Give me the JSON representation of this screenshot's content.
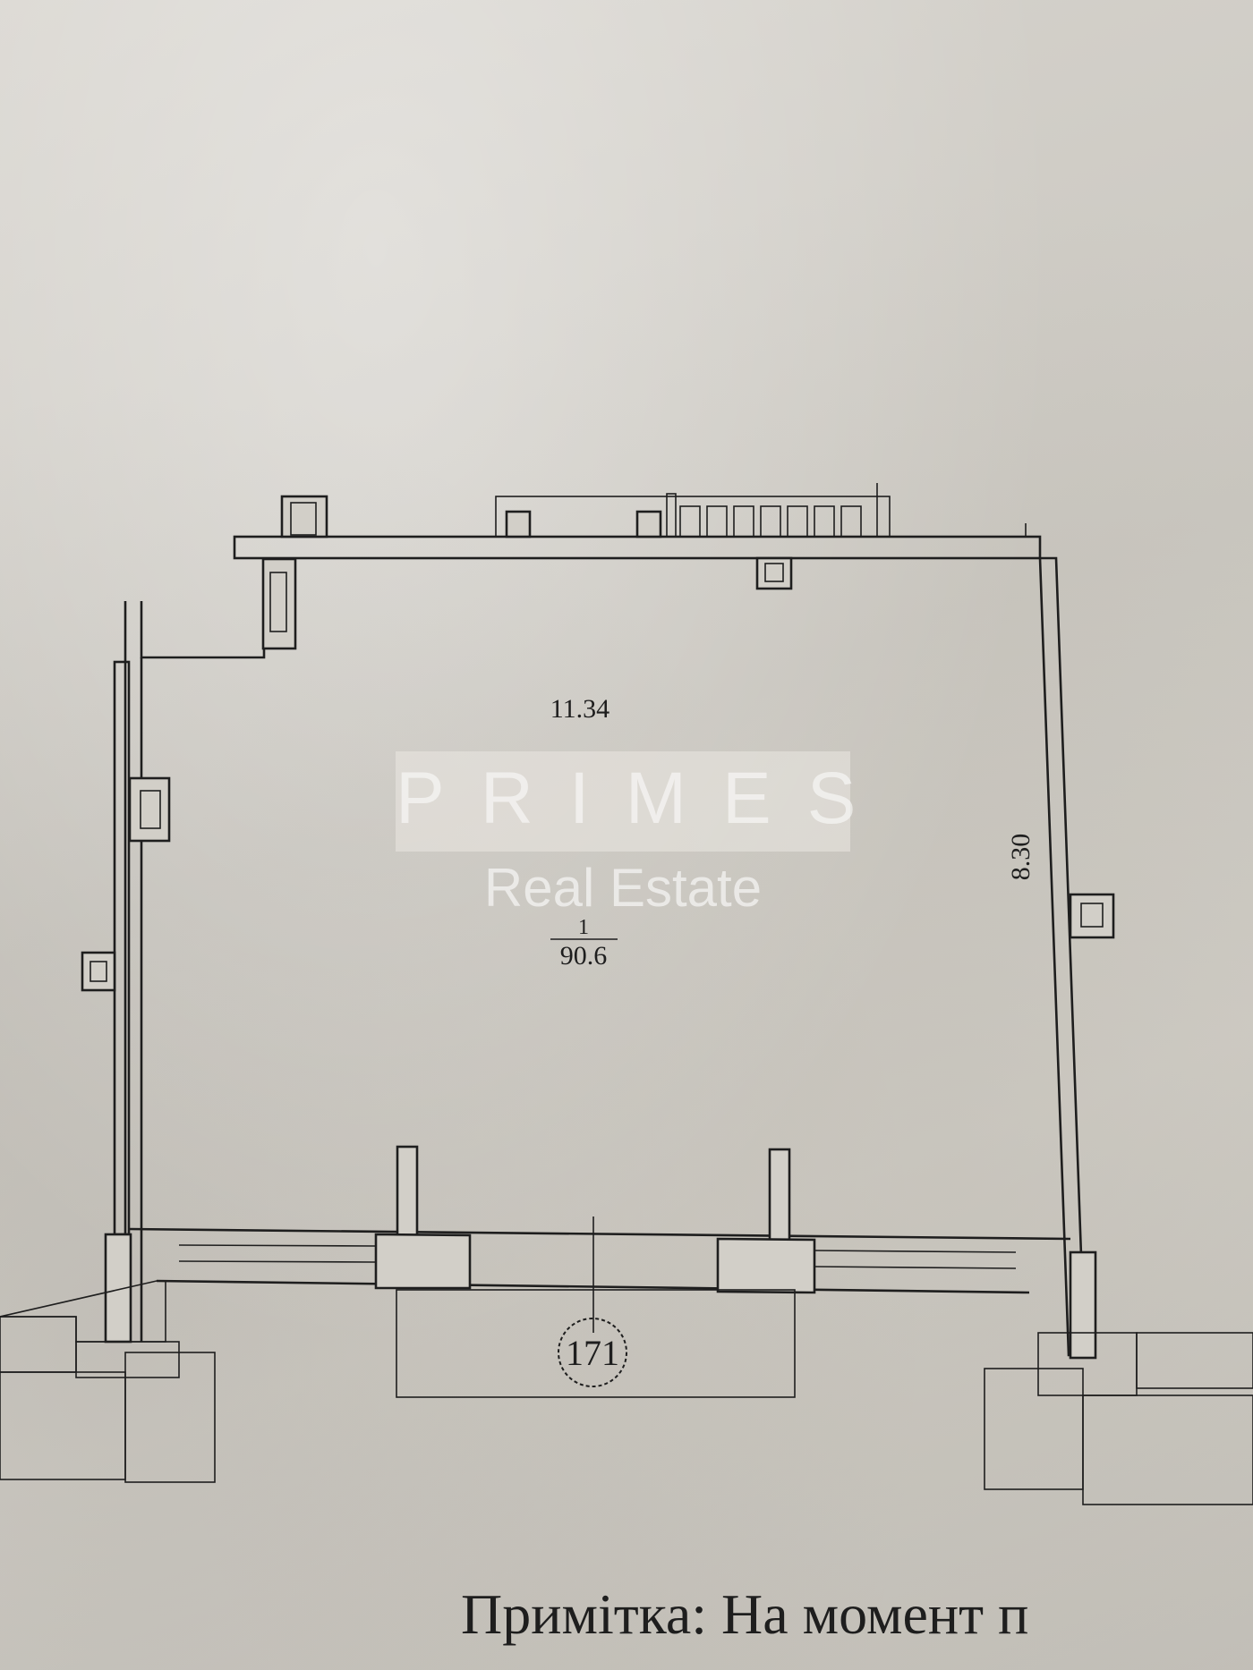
{
  "plan": {
    "width_dimension": "11.34",
    "height_dimension": "8.30",
    "room_number": "1",
    "room_area": "90.6",
    "unit_number": "171"
  },
  "watermark": {
    "logo_text": "PRIMES",
    "subtitle": "Real Estate"
  },
  "note": {
    "text": "Примітка: На момент п"
  }
}
